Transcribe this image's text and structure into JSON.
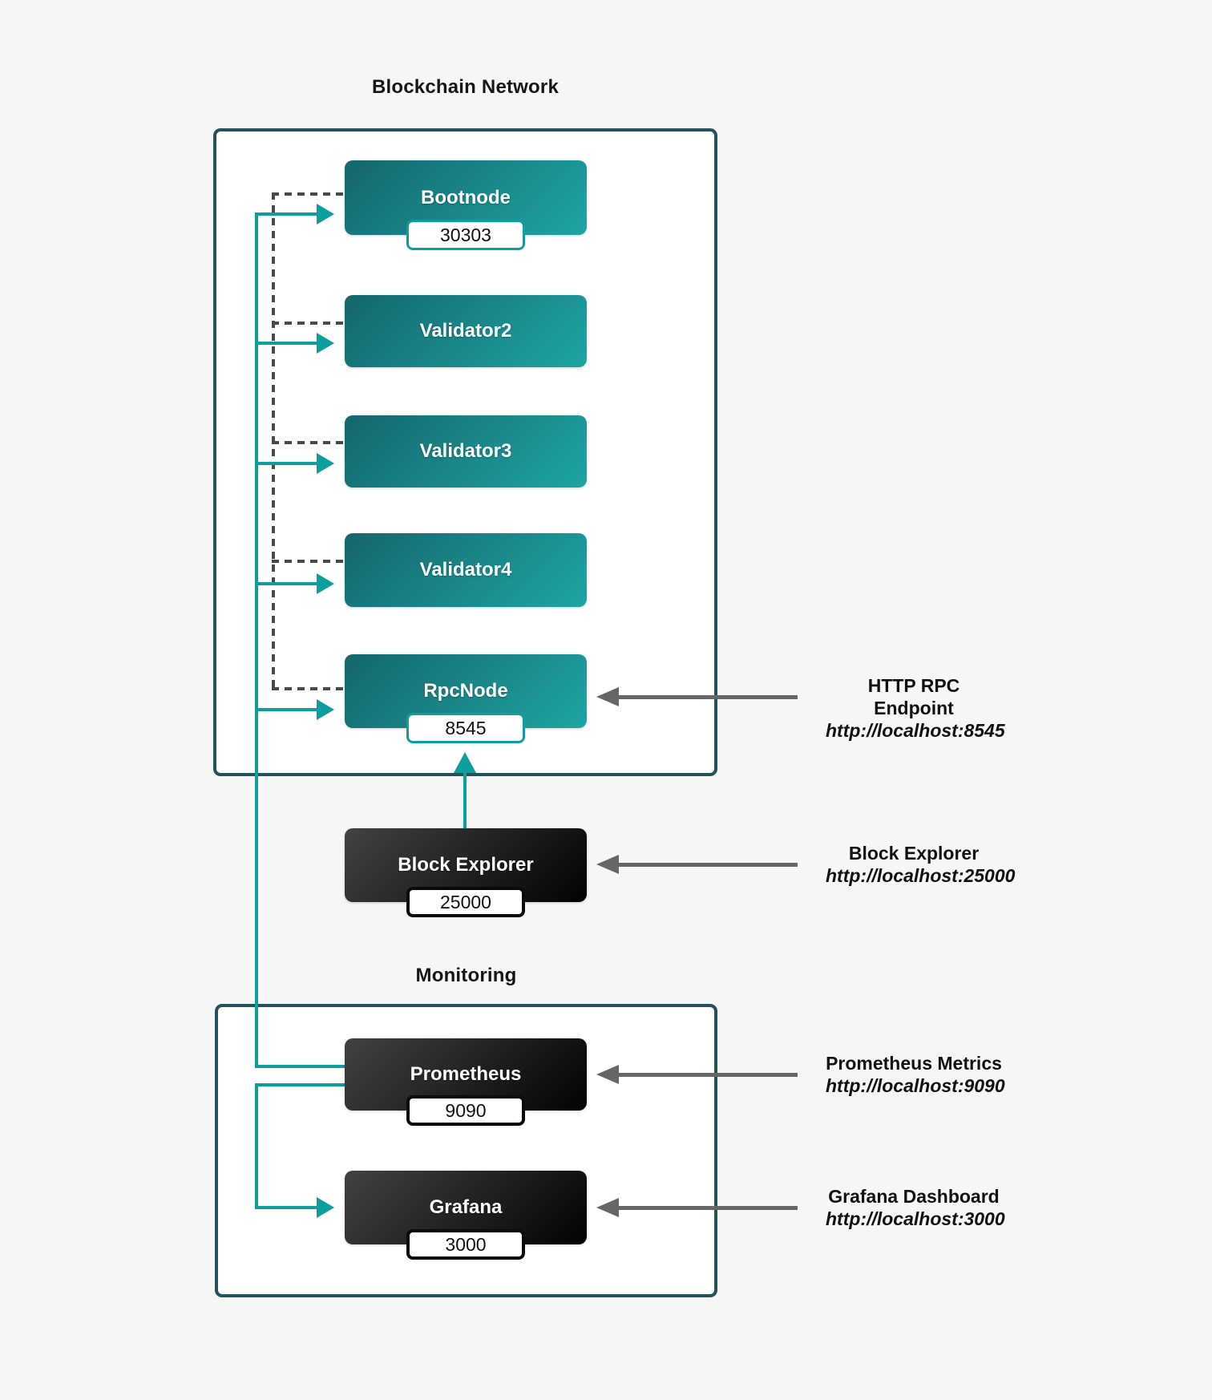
{
  "diagram": {
    "background_color": "#f6f6f6",
    "accent_teal": "#0d9e9d",
    "container_border_color": "#24525c",
    "container_fill": "#ffffff",
    "arrow_gray": "#666666",
    "dashed_gray": "#4a4a4a",
    "teal_node_gradient": [
      "#14666d",
      "#1ea5a3"
    ],
    "dark_node_gradient": [
      "#424242",
      "#020202"
    ],
    "node_text_color": "#ffffff",
    "badge_fill": "#ffffff",
    "badge_text_color": "#111111"
  },
  "sections": {
    "blockchain": {
      "title": "Blockchain Network"
    },
    "monitoring": {
      "title": "Monitoring"
    }
  },
  "nodes": {
    "bootnode": {
      "label": "Bootnode",
      "port": "30303"
    },
    "validator2": {
      "label": "Validator2"
    },
    "validator3": {
      "label": "Validator3"
    },
    "validator4": {
      "label": "Validator4"
    },
    "rpcnode": {
      "label": "RpcNode",
      "port": "8545"
    },
    "block_explorer": {
      "label": "Block Explorer",
      "port": "25000"
    },
    "prometheus": {
      "label": "Prometheus",
      "port": "9090"
    },
    "grafana": {
      "label": "Grafana",
      "port": "3000"
    }
  },
  "annotations": {
    "rpc": {
      "title": "HTTP RPC Endpoint",
      "url": "http://localhost:8545"
    },
    "explorer": {
      "title": "Block Explorer",
      "url": "http://localhost:25000"
    },
    "prometheus": {
      "title": "Prometheus Metrics",
      "url": "http://localhost:9090"
    },
    "grafana": {
      "title": "Grafana Dashboard",
      "url": "http://localhost:3000"
    }
  }
}
